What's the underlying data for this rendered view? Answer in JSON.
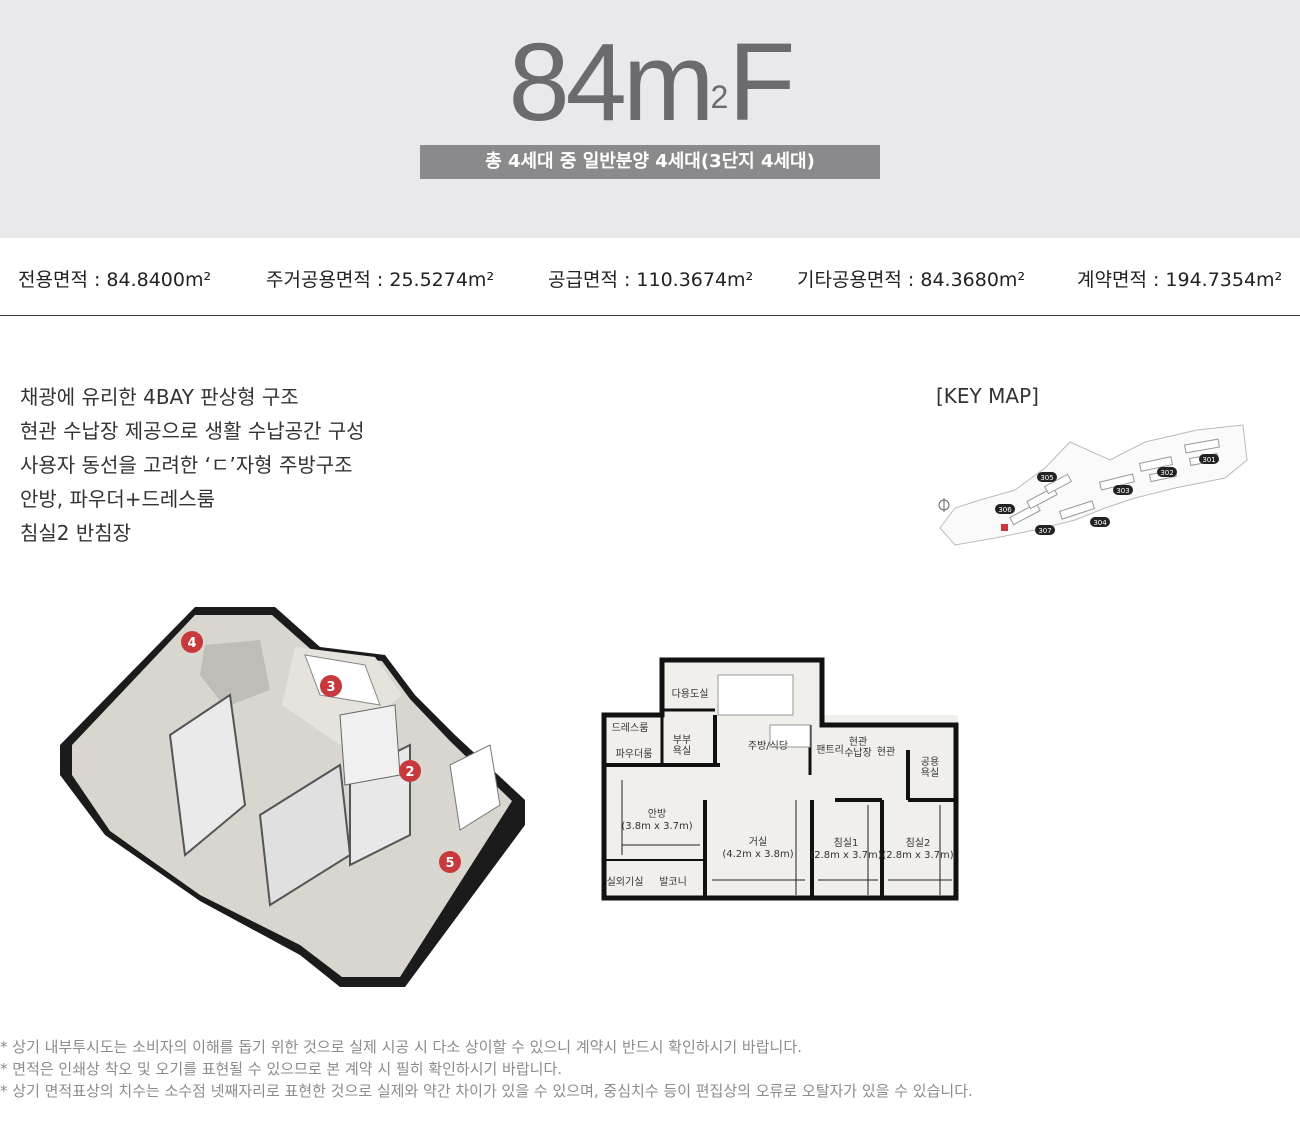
{
  "header": {
    "type_number": "84",
    "type_unit": "m",
    "type_unit_sup": "2",
    "type_letter": "F",
    "units_banner": "총 4세대 중 일반분양 4세대(3단지 4세대)"
  },
  "areas": [
    {
      "label": "전용면적 : 84.8400m²"
    },
    {
      "label": "주거공용면적 : 25.5274m²"
    },
    {
      "label": "공급면적 : 110.3674m²"
    },
    {
      "label": "기타공용면적 : 84.3680m²"
    },
    {
      "label": "계약면적 : 194.7354m²"
    }
  ],
  "features": [
    "채광에 유리한 4BAY 판상형 구조",
    "현관 수납장 제공으로 생활 수납공간 구성",
    "사용자 동선을 고려한 ‘ㄷ’자형 주방구조",
    "안방, 파우더+드레스룸",
    "침실2 반침장"
  ],
  "keymap": {
    "title": "[KEY MAP]",
    "buildings": [
      "301",
      "302",
      "303",
      "304",
      "305",
      "306",
      "307"
    ]
  },
  "iso_markers": [
    "2",
    "3",
    "4",
    "5"
  ],
  "floorplan": {
    "rooms": {
      "utility": "다용도실",
      "dress": "드레스룸",
      "powder": "파우더룸",
      "master_bath": "부부\n욕실",
      "kitchen": "주방/식당",
      "pantry": "팬트리",
      "entrance_storage": "현관\n수납장",
      "entrance": "현관",
      "common_bath": "공용\n욕실",
      "master_bedroom": "안방",
      "master_bedroom_size": "(3.8m x 3.7m)",
      "living": "거실",
      "living_size": "(4.2m x 3.8m)",
      "bed1": "침실1",
      "bed1_size": "(2.8m x 3.7m)",
      "bed2": "침실2",
      "bed2_size": "(2.8m x 3.7m)",
      "outdoor_unit": "실외기실",
      "balcony": "발코니"
    }
  },
  "notes": [
    "* 상기 내부투시도는 소비자의 이해를 돕기 위한 것으로 실제 시공 시 다소 상이할 수 있으니 계약시 반드시 확인하시기 바랍니다.",
    "* 면적은 인쇄상 착오 및 오기를 표현될 수 있으므로 본 계약 시 필히 확인하시기 바랍니다.",
    "* 상기 면적표상의 치수는 소수점 넷째자리로 표현한 것으로 실제와 약간 차이가 있을 수 있으며, 중심치수 등이 편집상의 오류로 오탈자가 있을 수 있습니다."
  ],
  "colors": {
    "hero_bg": "#e9e9eb",
    "banner_bg": "#8a8a8d",
    "marker_red": "#c8393d",
    "wall": "#111111"
  }
}
